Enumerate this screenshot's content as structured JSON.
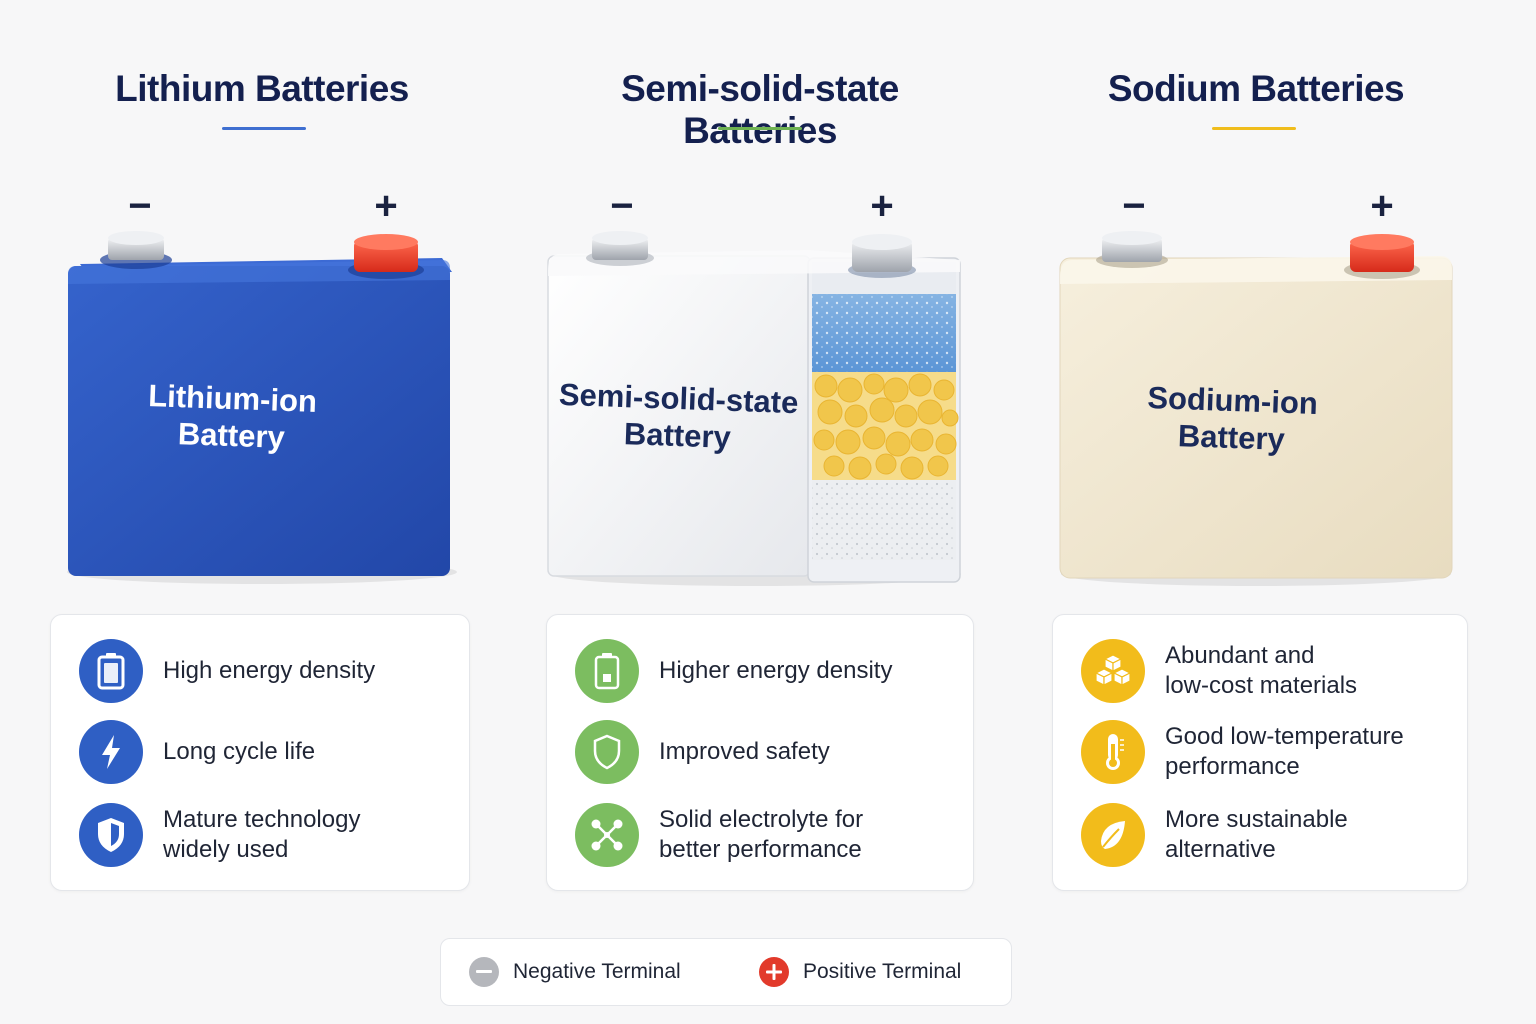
{
  "columns": [
    {
      "title": "Lithium Batteries",
      "accent": "#3f6fd1",
      "battery_label_line1": "Lithium-ion",
      "battery_label_line2": "Battery",
      "body_color": "#2c57bf",
      "features": [
        {
          "icon": "battery-icon",
          "text": "High energy density"
        },
        {
          "icon": "lightning-icon",
          "text": "Long cycle life"
        },
        {
          "icon": "shield-icon",
          "text": "Mature technology\nwidely used"
        }
      ]
    },
    {
      "title": "Semi-solid-state Batteries",
      "accent": "#6fb352",
      "battery_label_line1": "Semi-solid-state",
      "battery_label_line2": "Battery",
      "body_color": "#f4f5f7",
      "features": [
        {
          "icon": "battery-icon",
          "text": "Higher energy density"
        },
        {
          "icon": "shield-icon",
          "text": "Improved safety"
        },
        {
          "icon": "molecule-icon",
          "text": "Solid electrolyte for\nbetter performance"
        }
      ]
    },
    {
      "title": "Sodium Batteries",
      "accent": "#f0bd1c",
      "battery_label_line1": "Sodium-ion",
      "battery_label_line2": "Battery",
      "body_color": "#f3ead6",
      "features": [
        {
          "icon": "cubes-icon",
          "text": "Abundant and\nlow-cost materials"
        },
        {
          "icon": "thermometer-icon",
          "text": "Good low-temperature\nperformance"
        },
        {
          "icon": "leaf-icon",
          "text": "More sustainable\nalternative"
        }
      ]
    }
  ],
  "terminals": {
    "negative_sign": "−",
    "positive_sign": "+"
  },
  "legend": {
    "negative": "Negative Terminal",
    "positive": "Positive Terminal",
    "negative_color": "#b5b7bc",
    "positive_color": "#e23a2b"
  }
}
